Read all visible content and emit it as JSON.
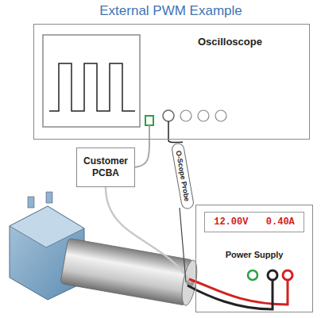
{
  "diagram": {
    "title": "External PWM Example",
    "nodes": [
      {
        "text": [
          "Oscilloscope"
        ]
      },
      {
        "text": [
          "Customer PCBA"
        ]
      },
      {
        "text": [
          "O-Scope Probe"
        ]
      },
      {
        "text": [
          "Power Supply"
        ]
      },
      {
        "text": [
          "12.00V",
          "0.40A"
        ],
        "in": 3
      }
    ],
    "edges": [
      {
        "from": 0,
        "to": 2,
        "arrow": "none"
      },
      {
        "from": 0,
        "to": 1,
        "arrow": "none"
      }
    ]
  }
}
